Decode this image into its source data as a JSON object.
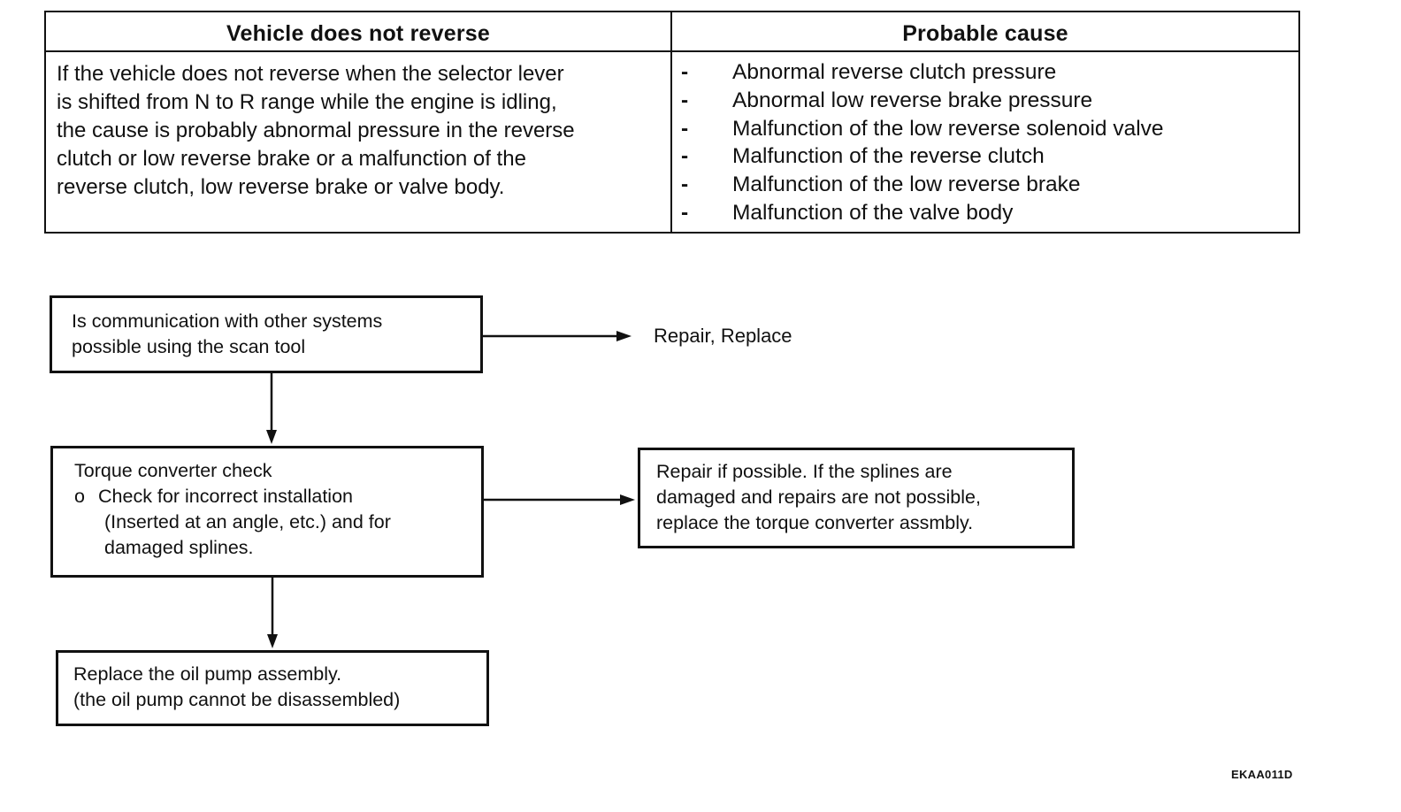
{
  "table": {
    "symptom_header": "Vehicle does not reverse",
    "cause_header": "Probable cause",
    "symptom_lines": [
      "If the vehicle does not reverse when the selector lever",
      "is shifted from N to R range while the engine is idling,",
      "the cause is probably abnormal pressure in the reverse",
      "clutch or low reverse brake or a malfunction of the",
      "reverse clutch, low reverse brake or valve body."
    ],
    "bullet": "-",
    "causes": [
      "Abnormal reverse clutch pressure",
      "Abnormal low reverse brake pressure",
      "Malfunction of the low reverse solenoid valve",
      "Malfunction of the reverse clutch",
      "Malfunction of the low reverse brake",
      "Malfunction of the valve body"
    ]
  },
  "flowchart": {
    "step1": {
      "lines": [
        "Is communication with other systems",
        "possible using the scan tool"
      ]
    },
    "step1_result": "Repair, Replace",
    "step2": {
      "title": "Torque converter check",
      "marker": "o",
      "check_line": "Check for incorrect installation",
      "detail_lines": [
        "(Inserted at an angle, etc.) and for",
        "damaged splines."
      ]
    },
    "step2_result": {
      "lines": [
        "Repair if possible. If the splines are",
        "damaged and repairs are not possible,",
        "replace the torque converter assmbly."
      ]
    },
    "step3": {
      "lines": [
        "Replace the oil pump assembly.",
        "(the oil pump cannot be disassembled)"
      ]
    }
  },
  "diagram_code": "EKAA011D"
}
